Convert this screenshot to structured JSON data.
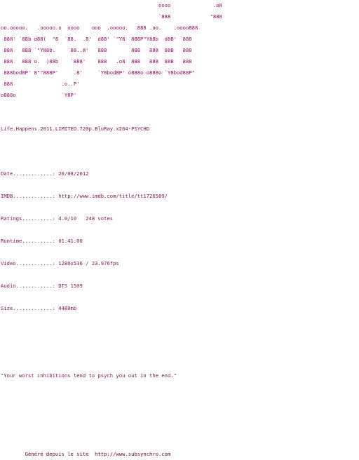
{
  "colors": {
    "art": "#990066",
    "text": "#7a1050",
    "footer": "#660033",
    "background": "#ffffff"
  },
  "ascii_art": [
    "                                                    oooo              .o8",
    "                                                    `888             \"888",
    "oo.ooooo.   .ooooo.o  oooo    ooo  .ooooo.   888 .oo.    .oooo888",
    " 888' `88b d88(  \"8  `88.  .8'  d88' `\"Y8  888P\"Y88b  d88' `888",
    " 888   888 `\"Y88b.    `88..8'   888        888   888  888   888",
    " 888   888 o.  )88b    `888'    888   .o8  888   888  888   888",
    " 888bod8P' 8\"\"888P'     .8'     `Y8bod8P' o888o o888o `Y8bod88P\"",
    " 888                .o..P'",
    "o888o               `Y8P'"
  ],
  "release_name": "Life.Happens.2011.LIMITED.720p.BluRay.x264-PSYCHD",
  "info": {
    "date": "Date.............: 20/08/2012",
    "imdb": "IMDB.............: http://www.imdb.com/title/tt1726589/",
    "ratings": "Ratings..........: 4.0/10   248 votes",
    "runtime": "Runtime..........: 01:41:00",
    "video": "Video............: 1280x536 / 23.976fps",
    "audio": "Audio............: DTS 1509",
    "size": "Size.............: 4480mb"
  },
  "tagline": "\"Your worst inhibitions tend to psych you out in the end.\"",
  "footer": "        Généré depuis le site  http://www.subsynchro.com"
}
